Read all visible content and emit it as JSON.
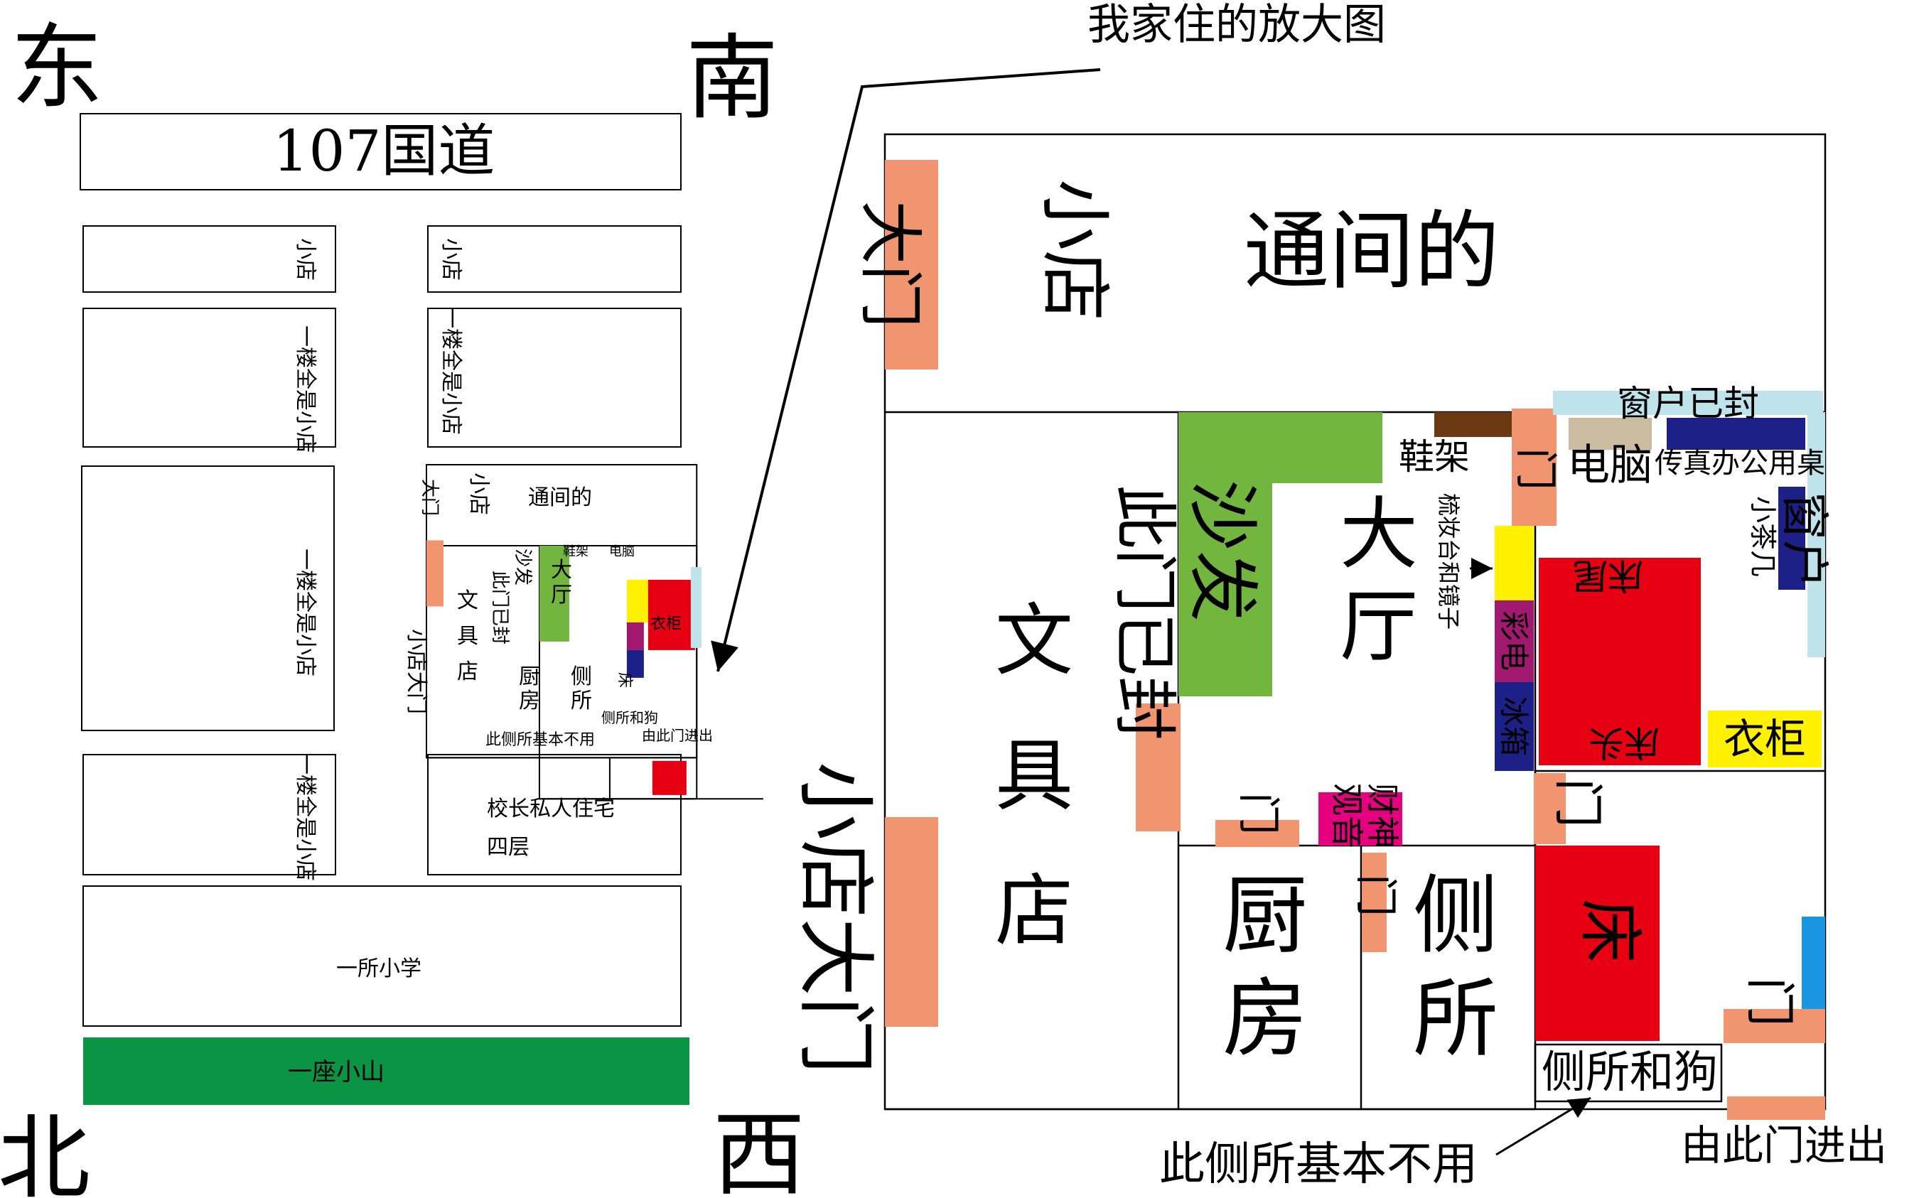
{
  "compass": {
    "east": "东",
    "south": "南",
    "north": "北",
    "west": "西"
  },
  "caption": {
    "zoom_title": "我家住的放大图"
  },
  "overview": {
    "road": "107国道",
    "shop_a": "小店",
    "shop_b": "小店",
    "block_a": "一楼全是小店",
    "block_b": "一楼全是小店",
    "block_c": "一楼全是小店",
    "block_d": "一楼全是小店",
    "residence_line1": "校长私人住宅",
    "residence_line2": "四层",
    "school": "一所小学",
    "hill": "一座小山"
  },
  "house": {
    "main_door": "大门",
    "shop": "小店",
    "passage": "通间的",
    "shop_door": "小店大门",
    "stationery_1": "文",
    "stationery_2": "具",
    "stationery_3": "店",
    "sealed_door": "此门已封",
    "sofa": "沙发",
    "shoe_rack": "鞋架",
    "hall_1": "大",
    "hall_2": "厅",
    "mirror": "梳妆台和镜子",
    "door": "门",
    "computer": "电脑",
    "fax_desk": "传真办公用桌",
    "window_sealed": "窗户已封",
    "tea_table": "小茶几",
    "window": "窗户",
    "bed_tail": "床尾",
    "bed_head": "床头",
    "tv": "彩电",
    "fridge": "冰箱",
    "wardrobe": "衣柜",
    "guanyin": "观音",
    "caishen": "财神",
    "kitchen_1": "厨",
    "kitchen_2": "房",
    "toilet_1": "侧",
    "toilet_2": "所",
    "bed": "床",
    "toilet_dog": "侧所和狗",
    "toilet_unused": "此侧所基本不用",
    "enter_door": "由此门进出"
  },
  "colors": {
    "door_orange": "#F0956F",
    "sofa_green": "#72B53F",
    "bed_red": "#E60012",
    "navy": "#1D2087",
    "yellow": "#FFF100",
    "magenta": "#E4007F",
    "plum": "#A0196E",
    "brown": "#6B3A12",
    "light_blue": "#BEE3EA",
    "khaki": "#C9BCA0",
    "blue": "#1A96E0",
    "hill_green": "#0A9444"
  }
}
